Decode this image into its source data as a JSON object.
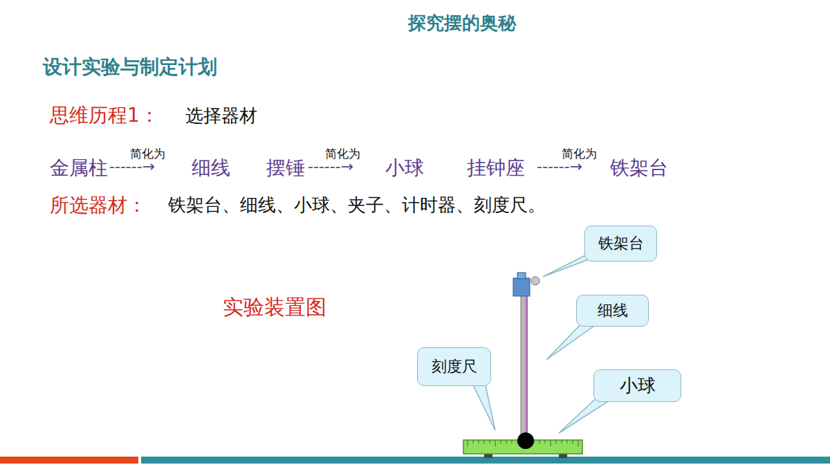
{
  "diagram": {
    "title": "探究摆的奥秘",
    "nodes": [
      {
        "text": [
          "铁架台"
        ]
      },
      {
        "text": [
          "细线"
        ]
      },
      {
        "text": [
          "刻度尺"
        ]
      },
      {
        "text": [
          "小球"
        ]
      }
    ],
    "labels": [
      "设计实验与制定计划",
      "思维历程1：",
      "选择器材",
      "金属柱",
      "简化为",
      "------→",
      "细线",
      "摆锤",
      "简化为",
      "------→",
      "小球",
      "挂钟座",
      "简化为",
      "------→",
      "铁架台",
      "所选器材：",
      "铁架台、细线、小球、夹子、计时器、刻度尺。",
      "实验装置图"
    ]
  }
}
